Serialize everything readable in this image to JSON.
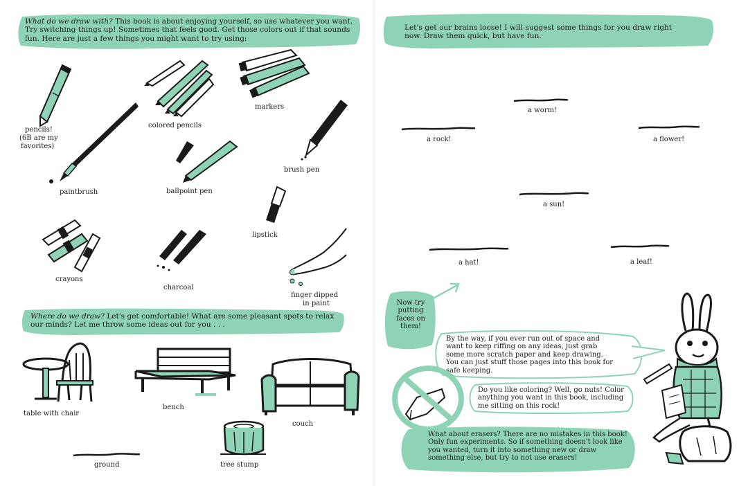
{
  "colors": {
    "accent": "#8fd3b6",
    "ink": "#1a1a1a",
    "paper": "#ffffff"
  },
  "left": {
    "tools_intro": {
      "lead": "What do we draw with?",
      "body": " This book is about enjoying yourself, so use whatever you want. Try switching things up! Sometimes that feels good. Get those colors out if that sounds fun. Here are just a few things you might want to try using:"
    },
    "tools": {
      "pencils": "pencils!",
      "pencils_note_1": "(6B are my",
      "pencils_note_2": "favorites)",
      "colored_pencils": "colored pencils",
      "markers": "markers",
      "paintbrush": "paintbrush",
      "ballpoint_pen": "ballpoint pen",
      "brush_pen": "brush pen",
      "lipstick": "lipstick",
      "crayons": "crayons",
      "charcoal": "charcoal",
      "finger_1": "finger dipped",
      "finger_2": "in paint"
    },
    "places_intro": {
      "lead": "Where do we draw?",
      "body": " Let's get comfortable! What are some pleasant spots to relax our minds? Let me throw some ideas out for you . . ."
    },
    "places": {
      "table_with_chair": "table with chair",
      "bench": "bench",
      "couch": "couch",
      "ground": "ground",
      "tree_stump": "tree stump"
    }
  },
  "right": {
    "warmup_intro": "Let's get our brains loose! I will suggest some things for you draw right now. Draw them quick, but have fun.",
    "prompts": {
      "worm": "a worm!",
      "rock": "a rock!",
      "flower": "a flower!",
      "sun": "a sun!",
      "hat": "a hat!",
      "leaf": "a leaf!"
    },
    "faces_note": "Now try putting faces on them!",
    "scratch_note": "By the way, if you ever run out of space and want to keep riffing on any ideas, just grab some more scratch paper and keep drawing. You can just stuff those pages into this book for safe keeping.",
    "coloring_note": "Do you like coloring? Well, go nuts! Color anything you want in this book, including me sitting on this rock!",
    "erasers_note": "What about erasers? There are no mistakes in this book! Only fun experiments. So if something doesn't look like you wanted, turn it into something new or draw something else, but try to not use erasers!"
  }
}
